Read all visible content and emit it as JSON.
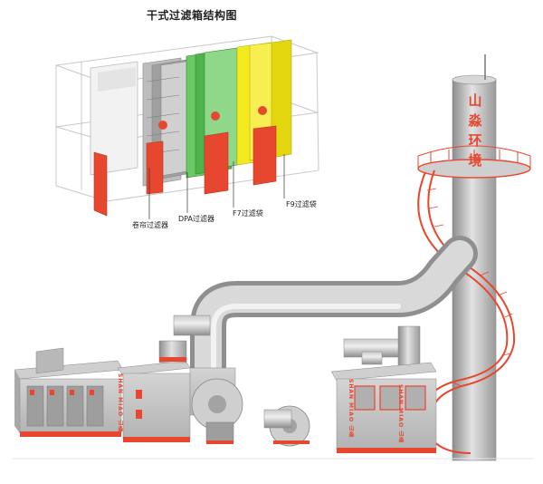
{
  "diagram": {
    "title": "干式过滤箱结构图",
    "labels": {
      "roll_filter": "卷帘过滤器",
      "dpa_filter": "DPA过滤器",
      "f7_bag": "F7过滤袋",
      "f9_bag": "F9过滤袋"
    }
  },
  "brand": {
    "chimney_chars": [
      "山",
      "淼",
      "环",
      "境"
    ],
    "unit_text": "SHAN MIAO 山淼"
  },
  "colors": {
    "accent_orange": "#e8472f",
    "filter_green": "#5cc05a",
    "filter_yellow": "#f3ea1e",
    "steel_gray": "#b5b5b5",
    "dark_steel": "#8a8a8a"
  }
}
